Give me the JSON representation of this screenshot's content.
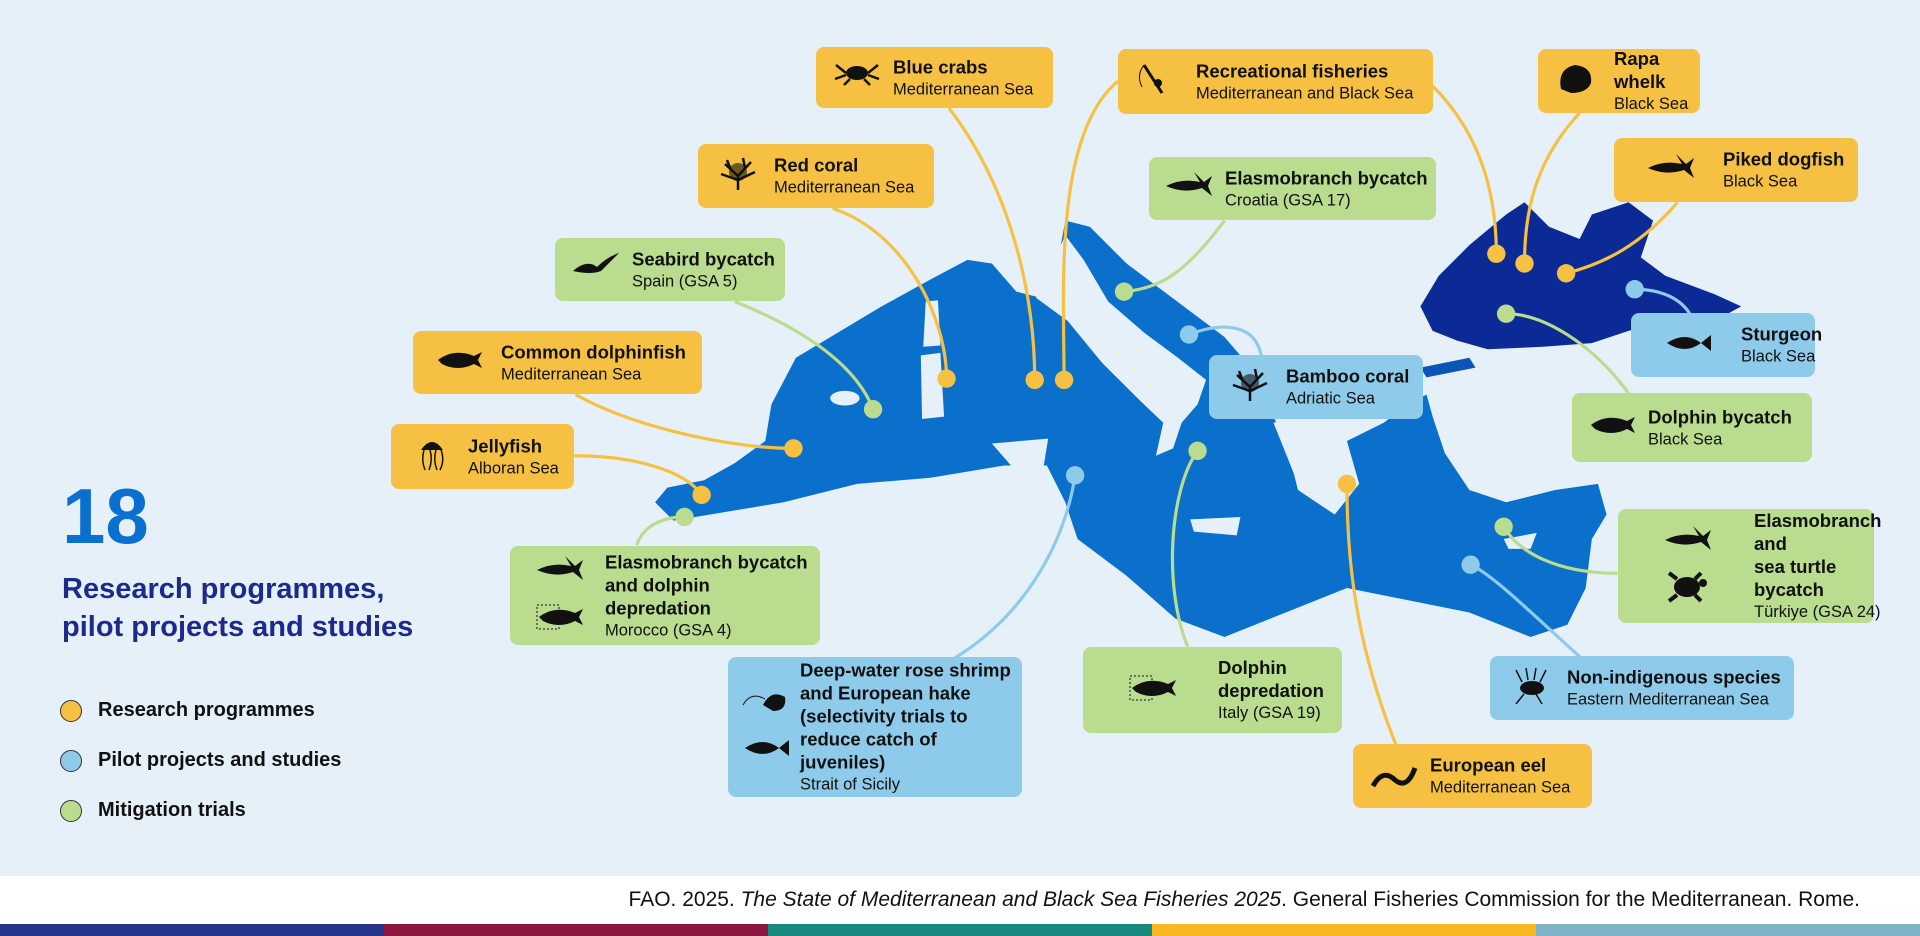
{
  "headline": {
    "count": "18",
    "title": "Research programmes,\npilot projects and studies"
  },
  "legend": [
    {
      "label": "Research programmes",
      "color": "#f6c143"
    },
    {
      "label": "Pilot projects and studies",
      "color": "#8ecbea"
    },
    {
      "label": "Mitigation trials",
      "color": "#b9dc8f"
    }
  ],
  "colors": {
    "mediterranean": "#0a70cc",
    "black_sea": "#0c2a96",
    "background": "#e6f0f9"
  },
  "projects": [
    {
      "title": "Blue crabs",
      "location": "Mediterranean Sea",
      "category": "research",
      "icons": [
        "crab-icon"
      ]
    },
    {
      "title": "Recreational fisheries",
      "location": "Mediterranean and Black Sea",
      "category": "research",
      "icons": [
        "fishing-rod-icon"
      ]
    },
    {
      "title": "Rapa whelk",
      "location": "Black Sea",
      "category": "research",
      "icons": [
        "whelk-shell-icon"
      ]
    },
    {
      "title": "Piked dogfish",
      "location": "Black Sea",
      "category": "research",
      "icons": [
        "dogfish-icon"
      ]
    },
    {
      "title": "Red coral",
      "location": "Mediterranean Sea",
      "category": "research",
      "icons": [
        "coral-icon"
      ]
    },
    {
      "title": "Elasmobranch bycatch",
      "location": "Croatia (GSA 17)",
      "category": "mitigation",
      "icons": [
        "shark-icon"
      ]
    },
    {
      "title": "Seabird bycatch",
      "location": "Spain (GSA 5)",
      "category": "mitigation",
      "icons": [
        "seabird-icon"
      ]
    },
    {
      "title": "Common dolphinfish",
      "location": "Mediterranean Sea",
      "category": "research",
      "icons": [
        "dolphinfish-icon"
      ]
    },
    {
      "title": "Sturgeon",
      "location": "Black Sea",
      "category": "pilot",
      "icons": [
        "sturgeon-icon"
      ]
    },
    {
      "title": "Bamboo coral",
      "location": "Adriatic Sea",
      "category": "pilot",
      "icons": [
        "bamboo-coral-icon"
      ]
    },
    {
      "title": "Dolphin bycatch",
      "location": "Black Sea",
      "category": "mitigation",
      "icons": [
        "dolphin-icon"
      ]
    },
    {
      "title": "Jellyfish",
      "location": "Alboran Sea",
      "category": "research",
      "icons": [
        "jellyfish-icon"
      ]
    },
    {
      "title": "Elasmobranch bycatch\nand dolphin depredation",
      "location": "Morocco (GSA 4)",
      "category": "mitigation",
      "icons": [
        "shark-icon",
        "dolphin-net-icon"
      ]
    },
    {
      "title": "Deep-water rose shrimp\nand European hake\n(selectivity trials to\nreduce catch of juveniles)",
      "location": "Strait of Sicily",
      "category": "pilot",
      "icons": [
        "shrimp-icon",
        "hake-icon"
      ]
    },
    {
      "title": "Elasmobranch and\nsea turtle bycatch",
      "location": "Türkiye (GSA 24)",
      "category": "mitigation",
      "icons": [
        "shark-icon",
        "sea-turtle-icon"
      ]
    },
    {
      "title": "Non-indigenous species",
      "location": "Eastern Mediterranean Sea",
      "category": "pilot",
      "icons": [
        "lionfish-icon"
      ]
    },
    {
      "title": "Dolphin\ndepredation",
      "location": "Italy (GSA 19)",
      "category": "mitigation",
      "icons": [
        "dolphin-net-icon"
      ]
    },
    {
      "title": "European eel",
      "location": "Mediterranean Sea",
      "category": "research",
      "icons": [
        "eel-icon"
      ]
    }
  ],
  "footer": {
    "citation_pre": "FAO. 2025. ",
    "citation_title": "The State of Mediterranean and Black Sea Fisheries 2025",
    "citation_post": ". General Fisheries Commission for the Mediterranean. Rome.",
    "bar_colors": [
      "#27358c",
      "#8c1640",
      "#188a80",
      "#f9b822",
      "#7fb4c8"
    ]
  }
}
